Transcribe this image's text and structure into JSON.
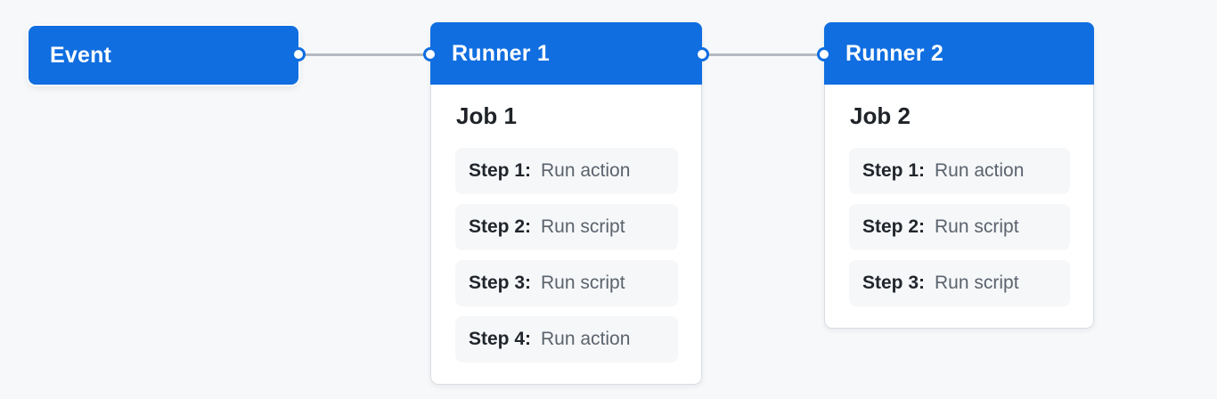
{
  "diagram_title": "workflow-overview",
  "colors": {
    "node_blue": "#106ee0",
    "page_bg": "#f6f8fa",
    "connector_line": "#b3b9c0",
    "connector_dot_fill": "#ffffff",
    "card_bg": "#ffffff",
    "card_border": "#d9dee3",
    "step_bg": "#f6f7f9",
    "step_label_color": "#21262c",
    "step_value_color": "#5b636d"
  },
  "event": {
    "label": "Event"
  },
  "runners": [
    {
      "title": "Runner 1",
      "job_title": "Job 1",
      "steps": [
        {
          "label": "Step 1:",
          "value": "Run action"
        },
        {
          "label": "Step 2:",
          "value": "Run script"
        },
        {
          "label": "Step 3:",
          "value": "Run script"
        },
        {
          "label": "Step 4:",
          "value": "Run action"
        }
      ]
    },
    {
      "title": "Runner 2",
      "job_title": "Job 2",
      "steps": [
        {
          "label": "Step 1:",
          "value": "Run action"
        },
        {
          "label": "Step 2:",
          "value": "Run script"
        },
        {
          "label": "Step 3:",
          "value": "Run script"
        }
      ]
    }
  ]
}
